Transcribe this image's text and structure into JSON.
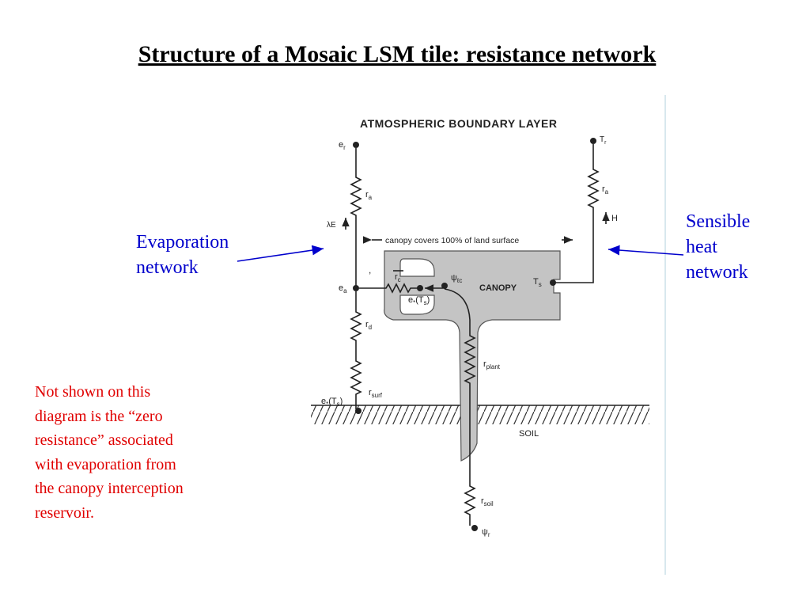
{
  "slide": {
    "title": "Structure of a Mosaic LSM tile: resistance network",
    "labels": {
      "evaporation": [
        "Evaporation",
        "network"
      ],
      "sensible": [
        "Sensible",
        "heat",
        "network"
      ]
    },
    "note": [
      "Not shown on this",
      "diagram is the “zero",
      "resistance” associated",
      "with evaporation from",
      "the canopy interception",
      "reservoir."
    ],
    "colors": {
      "label": "#0000cc",
      "note": "#e00000"
    }
  },
  "diagram": {
    "header": "ATMOSPHERIC BOUNDARY LAYER",
    "canopy_cover": "canopy covers 100% of land surface",
    "canopy": "CANOPY",
    "soil": "SOIL",
    "nodes": {
      "e_r": "e",
      "e_r_sub": "r",
      "T_r": "T",
      "T_r_sub": "r",
      "e_a": "e",
      "e_a_sub": "a",
      "T_s": "T",
      "T_s_sub": "s",
      "e_star_Ts_canopy": "e",
      "e_star_Ts_canopy_sub": "*",
      "e_star_Ts_canopy_arg": "(T",
      "e_star_Ts_canopy_arg_sub": "s",
      "e_star_Ts_canopy_close": ")",
      "e_star_Ts_ground": "e",
      "e_star_Ts_ground_sub": "*",
      "e_star_Ts_ground_arg": "(T",
      "e_star_Ts_ground_arg_sub": "s",
      "e_star_Ts_ground_close": ")",
      "psi_lc": "ψ",
      "psi_lc_sub": "ℓc",
      "psi_r": "ψ",
      "psi_r_sub": "r"
    },
    "resistances": {
      "r_a_left": "r",
      "r_a_left_sub": "a",
      "r_a_right": "r",
      "r_a_right_sub": "a",
      "r_c": "r",
      "r_c_sub": "c",
      "r_d": "r",
      "r_d_sub": "d",
      "r_surf": "r",
      "r_surf_sub": "surf",
      "r_plant": "r",
      "r_plant_sub": "plant",
      "r_soil": "r",
      "r_soil_sub": "soil"
    },
    "fluxes": {
      "latent": "λE",
      "sensible": "H"
    }
  }
}
